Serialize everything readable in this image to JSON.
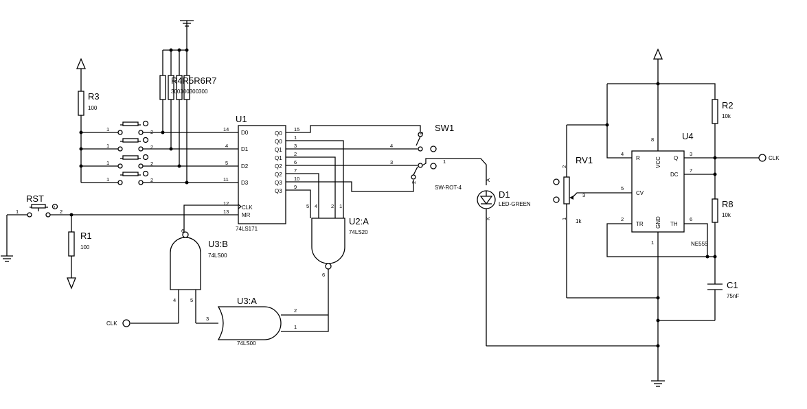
{
  "labels": {
    "u1": "U1",
    "u1_type": "74LS171",
    "u1_d0": "D0",
    "u1_d1": "D1",
    "u1_d2": "D2",
    "u1_d3": "D3",
    "u1_q0": "Q0",
    "u1_q0b": "Q0",
    "u1_q1": "Q1",
    "u1_q1b": "Q1",
    "u1_q2": "Q2",
    "u1_q2b": "Q2",
    "u1_q3": "Q3",
    "u1_q3b": "Q3",
    "u1_clk": "CLK",
    "u1_mr": "MR",
    "u2a": "U2:A",
    "u2a_type": "74LS20",
    "u3a": "U3:A",
    "u3a_type": "74LS00",
    "u3b": "U3:B",
    "u3b_type": "74LS00",
    "u4": "U4",
    "u4_type": "NE555",
    "u4_r": "R",
    "u4_vcc": "VCC",
    "u4_q": "Q",
    "u4_dc": "DC",
    "u4_cv": "CV",
    "u4_tr": "TR",
    "u4_gnd": "GND",
    "u4_th": "TH",
    "sw1": "SW1",
    "sw1_type": "SW-ROT-4",
    "d1": "D1",
    "d1_type": "LED-GREEN",
    "d1_a": "A",
    "d1_k": "K",
    "rv1": "RV1",
    "rv1_val": "1k",
    "r1": "R1",
    "r1_val": "100",
    "r2": "R2",
    "r2_val": "10k",
    "r3": "R3",
    "r3_val": "100",
    "r8": "R8",
    "r8_val": "10k",
    "r4567": "R4R5R6R7",
    "r4567_val": "300300300300",
    "c1": "C1",
    "c1_val": "75nF",
    "rst": "RST",
    "clk_a": "CLK",
    "clk_b": "CLK"
  },
  "pins": {
    "u1_14": "14",
    "u1_4": "4",
    "u1_5": "5",
    "u1_11": "11",
    "u1_12": "12",
    "u1_13": "13",
    "u1_15": "15",
    "u1_1": "1",
    "u1_3": "3",
    "u1_2": "2",
    "u1_6": "6",
    "u1_7": "7",
    "u1_10": "10",
    "u1_9": "9",
    "u2_5": "5",
    "u2_4": "4",
    "u2_2": "2",
    "u2_1": "1",
    "u2_6": "6",
    "u3a_2": "2",
    "u3a_1": "1",
    "u3a_3": "3",
    "u3b_6": "6",
    "u3b_4": "4",
    "u3b_5": "5",
    "sw_5": "5",
    "sw_4": "4",
    "sw_3": "3",
    "sw_2": "2",
    "sw_1": "1",
    "u4_4": "4",
    "u4_8": "8",
    "u4_3": "3",
    "u4_7": "7",
    "u4_5": "5",
    "u4_2": "2",
    "u4_1": "1",
    "u4_6": "6",
    "rv_2": "2",
    "rv_1": "1",
    "rv_3": "3",
    "btn1_1": "1",
    "btn1_2": "2",
    "btn2_1": "1",
    "btn2_2": "2",
    "btn3_1": "1",
    "btn3_2": "2",
    "btn4_1": "1",
    "btn4_2": "2",
    "rst_1": "1",
    "rst_2": "2"
  },
  "colors": {
    "wire": "#000000",
    "background": "#ffffff"
  }
}
